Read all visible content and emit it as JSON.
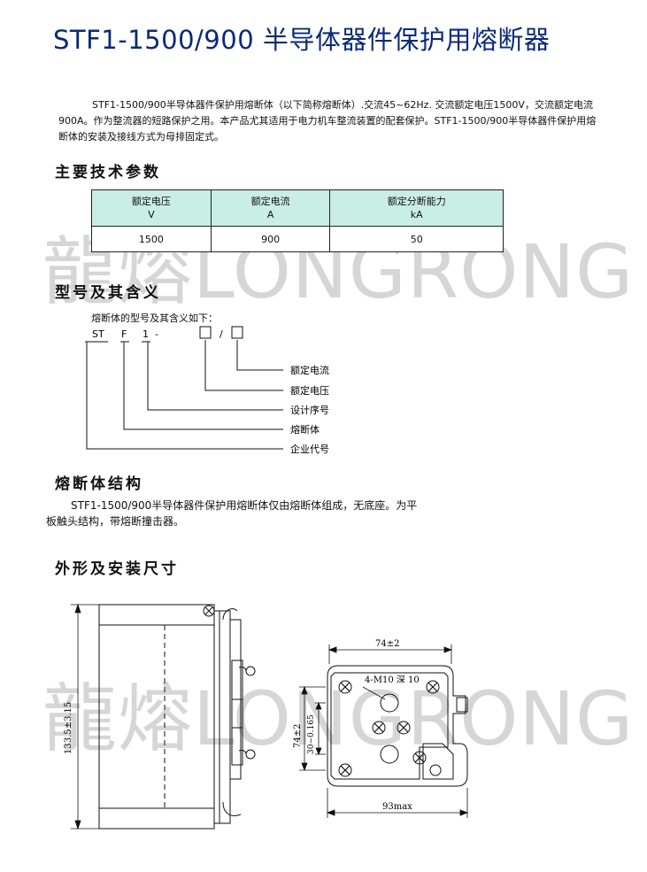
{
  "title": "STF1-1500/900 半导体器件保护用熔断器",
  "intro": "STF1-1500/900半导体器件保护用熔断体（以下简称熔断体）.交流45~62Hz. 交流额定电压1500V，交流额定电流900A。作为整流器的短路保护之用。本产品尤其适用于电力机车整流装置的配套保护。STF1-1500/900半导体器件保护用熔断体的安装及接线方式为母排固定式。",
  "watermark": "龍熔LONGRONG",
  "sections": {
    "params": "主要技术参数",
    "model": "型号及其含义",
    "structure": "熔断体结构",
    "dimensions": "外形及安装尺寸"
  },
  "params_table": {
    "headers": [
      {
        "name": "额定电压",
        "unit": "V"
      },
      {
        "name": "额定电流",
        "unit": "A"
      },
      {
        "name": "额定分断能力",
        "unit": "kA"
      }
    ],
    "values": [
      "1500",
      "900",
      "50"
    ]
  },
  "model": {
    "subtitle": "熔断体的型号及其含义如下：",
    "code_st": "ST",
    "code_f": "F",
    "code_1": "1",
    "code_dash": "-",
    "code_slash": "/",
    "meanings": [
      "额定电流",
      "额定电压",
      "设计序号",
      "熔断体",
      "企业代号"
    ]
  },
  "structure_text": "STF1-1500/900半导体器件保护用熔断体仅由熔断体组成，无底座。为平板触头结构，带熔断撞击器。",
  "dims": {
    "height": "133.5±3.15",
    "top_width": "74±2",
    "thread": "4-M10 深 10",
    "side_height": "74±2",
    "hole_spacing": "30−0.165",
    "overall_width": "93max"
  }
}
